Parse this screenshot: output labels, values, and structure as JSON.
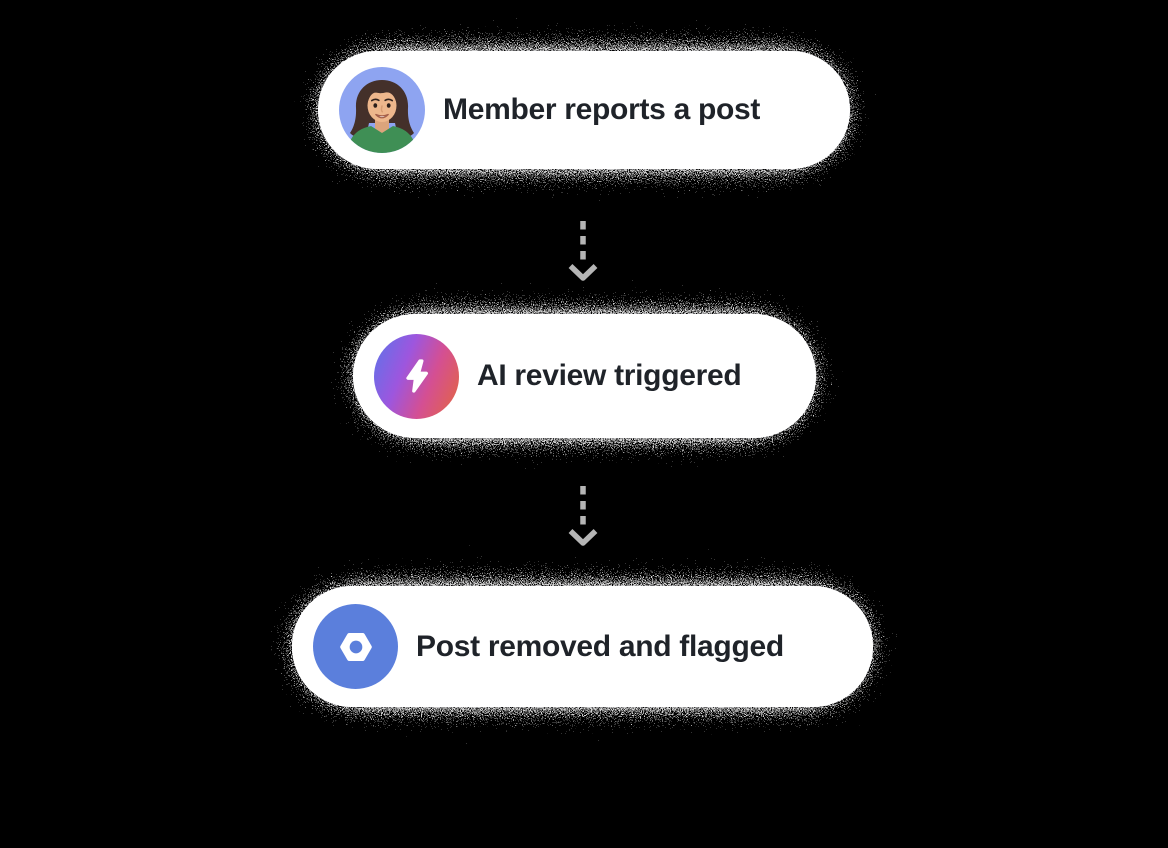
{
  "flow": {
    "nodes": [
      {
        "label": "Member reports a post",
        "icon": "member-avatar"
      },
      {
        "label": "AI review triggered",
        "icon": "lightning-bolt-icon"
      },
      {
        "label": "Post removed and flagged",
        "icon": "hexagon-badge-icon"
      }
    ],
    "connectors": [
      {
        "from": 0,
        "to": 1,
        "style": "dashed-arrow-down"
      },
      {
        "from": 1,
        "to": 2,
        "style": "dashed-arrow-down"
      }
    ]
  },
  "colors": {
    "background": "#000000",
    "card_background": "#ffffff",
    "label_text": "#1f2329",
    "connector_arrow": "#b5b5b5",
    "grain_shadow": "#d2d2d2",
    "ai_icon_gradient": [
      "#5b74ea",
      "#9d56de",
      "#d44f93",
      "#e4673c"
    ],
    "flag_badge_background": "#5b7fdc",
    "avatar_background": "#8ea4f1",
    "avatar_shirt_green": "#3f8f55"
  }
}
